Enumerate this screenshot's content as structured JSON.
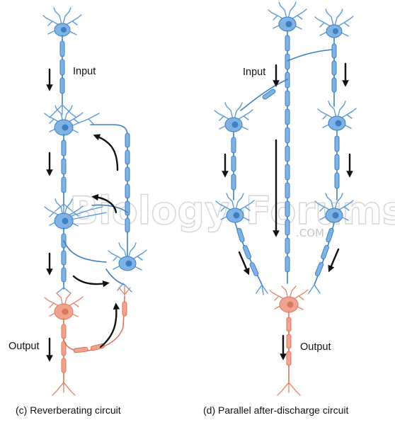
{
  "labels": {
    "c_input": "Input",
    "c_output": "Output",
    "d_input": "Input",
    "d_output": "Output"
  },
  "captions": {
    "c": "(c) Reverberating circuit",
    "d": "(d) Parallel after-discharge circuit"
  },
  "watermark": {
    "text": "Biology-Forums",
    "suffix": ".COM"
  },
  "colors": {
    "neuron_blue": "#7fb3e4",
    "neuron_outline_blue": "#3d7fc0",
    "neuron_red": "#f0a38f",
    "neuron_outline_red": "#d9765e",
    "arrow": "#111111"
  }
}
